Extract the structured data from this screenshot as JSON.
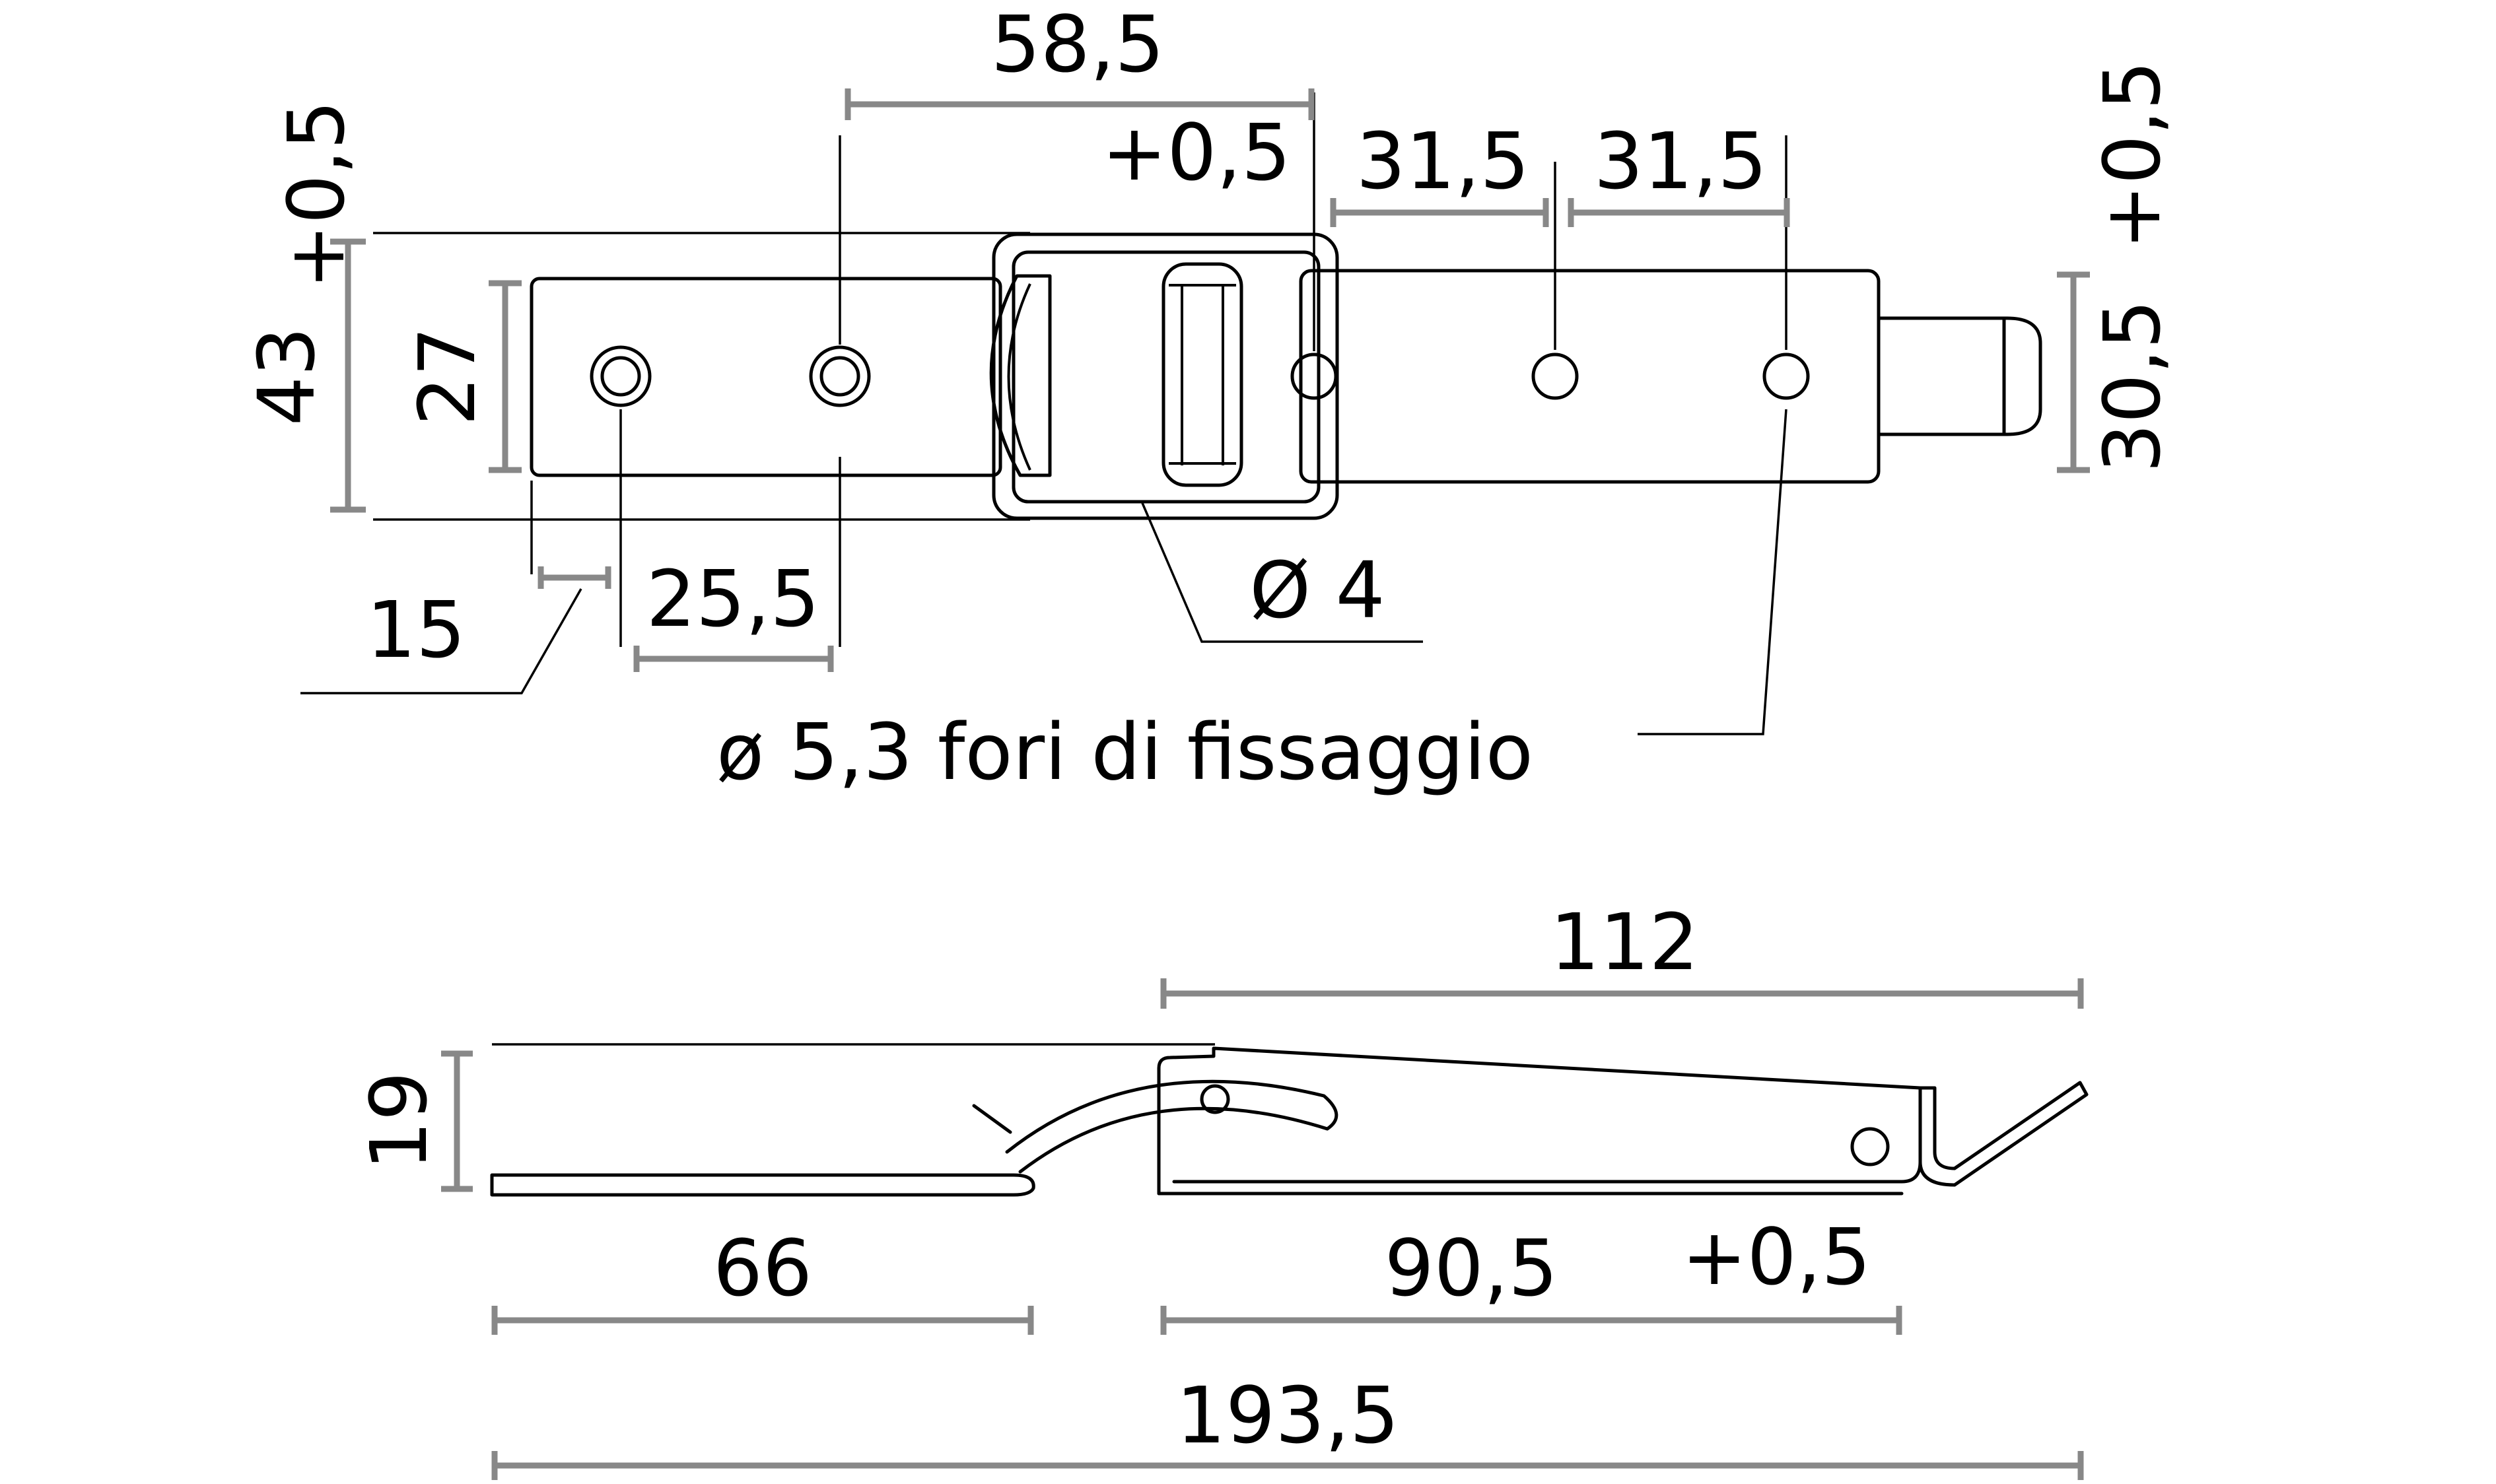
{
  "colors": {
    "outline": "#000000",
    "dimension_line": "#888888",
    "background": "#ffffff"
  },
  "top_view": {
    "dim_58_5": "58,5",
    "tol_hook": "+0,5",
    "dim_31_5_a": "31,5",
    "dim_31_5_b": "31,5",
    "dim_43": "43",
    "tol_43": "+0,5",
    "dim_27": "27",
    "dim_15": "15",
    "dim_25_5": "25,5",
    "dim_diam_4": "Ø 4",
    "note_holes": "ø 5,3 fori di fissaggio",
    "dim_30_5": "30,5",
    "tol_30_5": "+0,5"
  },
  "side_view": {
    "dim_112": "112",
    "dim_19": "19",
    "dim_66": "66",
    "dim_90_5": "90,5",
    "tol_90_5": "+0,5",
    "dim_193_5": "193,5"
  }
}
